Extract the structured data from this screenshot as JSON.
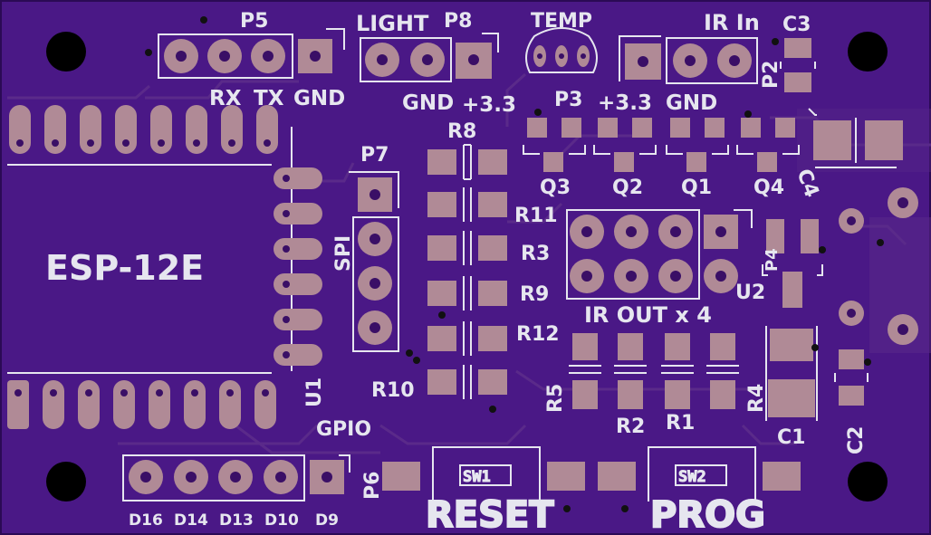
{
  "colors": {
    "board": "#4a1886",
    "board_edge": "#2b0a55",
    "silkscreen": "#e6e6ef",
    "copper_pad": "#b08a96",
    "drill": "#3a0f66",
    "mounting_hole": "#000000"
  },
  "connectors": {
    "p5": {
      "ref": "P5",
      "pins": [
        "RX",
        "TX",
        "GND"
      ]
    },
    "p8": {
      "ref": "P8",
      "label": "LIGHT",
      "pins": [
        "GND",
        "+3.3"
      ]
    },
    "temp": {
      "label": "TEMP"
    },
    "p3": {
      "ref": "P3",
      "pins": [
        "+3.3",
        "GND"
      ]
    },
    "ir_in": {
      "label": "IR In"
    },
    "p7": {
      "ref": "P7",
      "label": "SPI"
    },
    "p6": {
      "ref": "P6",
      "label": "GPIO",
      "pins": [
        "D16",
        "D14",
        "D13",
        "D10",
        "D9"
      ]
    },
    "ir_out": {
      "label": "IR OUT x 4"
    }
  },
  "module": {
    "label": "ESP-12E",
    "ref": "U1"
  },
  "refs": {
    "c1": "C1",
    "c2": "C2",
    "c3": "C3",
    "c4": "C4",
    "p2": "P2",
    "p4": "P4",
    "u2": "U2",
    "q1": "Q1",
    "q2": "Q2",
    "q3": "Q3",
    "q4": "Q4",
    "r1": "R1",
    "r2": "R2",
    "r3": "R3",
    "r4": "R4",
    "r5": "R5",
    "r8": "R8",
    "r9": "R9",
    "r10": "R10",
    "r11": "R11",
    "r12": "R12"
  },
  "switches": {
    "reset": {
      "ref": "SW1",
      "label": "RESET"
    },
    "prog": {
      "ref": "SW2",
      "label": "PROG"
    }
  }
}
